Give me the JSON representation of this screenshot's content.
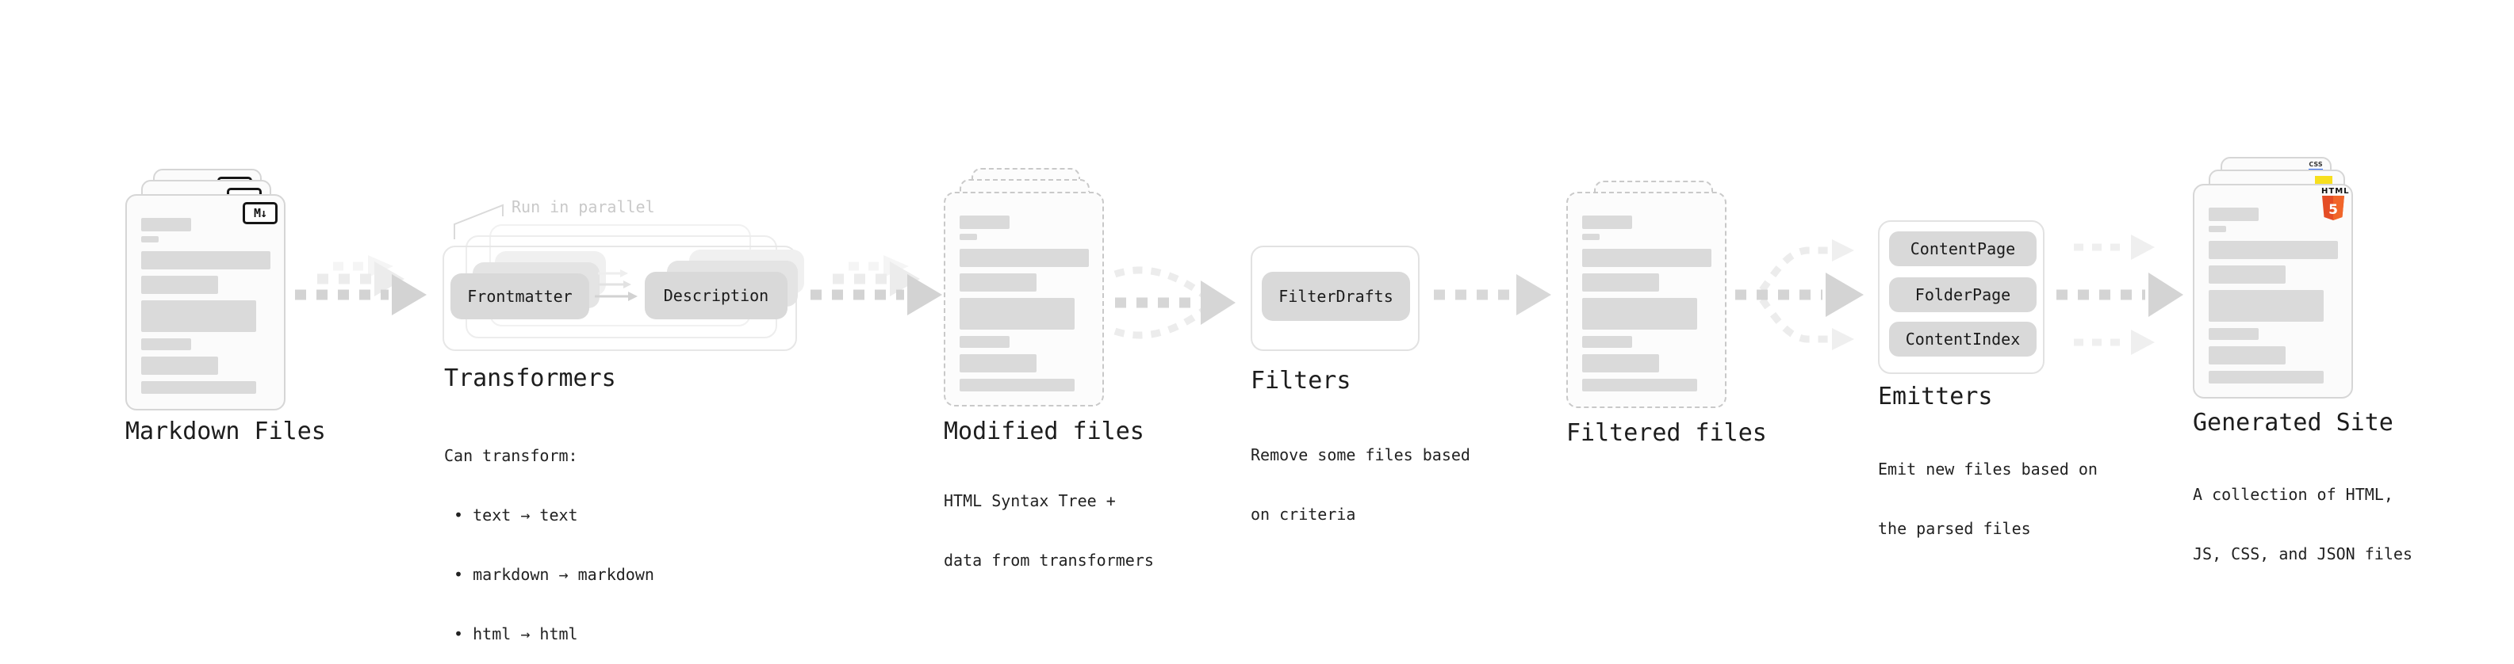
{
  "colors": {
    "text": "#1f1f1f",
    "muted_note": "#c9c9c9",
    "doc_fill": "#fbfbfb",
    "doc_border": "#d6d6d6",
    "dashed_border": "#c9c9c9",
    "bar_gray": "#dadada",
    "box_gray": "#d9d9d9",
    "arrow_gray": "#d3d3d3",
    "arrow_echo": "#ececec",
    "js_yellow": "#f7df1e",
    "css_blue": "#2965f1",
    "html5_orange": "#e44d26",
    "html5_orange_light": "#f16529"
  },
  "decor": {
    "doc_bars": [
      {
        "w": 63,
        "h": 17,
        "mt": 0
      },
      {
        "w": 22,
        "h": 8,
        "mt": 6
      },
      {
        "w": 163,
        "h": 23,
        "mt": 11
      },
      {
        "w": 97,
        "h": 23,
        "mt": 8
      },
      {
        "w": 145,
        "h": 40,
        "mt": 8
      },
      {
        "w": 63,
        "h": 15,
        "mt": 8
      },
      {
        "w": 97,
        "h": 23,
        "mt": 8
      },
      {
        "w": 145,
        "h": 16,
        "mt": 8
      }
    ]
  },
  "stages": {
    "markdown": {
      "title": "Markdown Files",
      "badge": "M↓"
    },
    "transformers": {
      "title": "Transformers",
      "note": "Run in parallel",
      "frontmatter": "Frontmatter",
      "description": "Description",
      "desc": [
        "Can transform:",
        " • text → text",
        " • markdown → markdown",
        " • html → html"
      ]
    },
    "modified": {
      "title": "Modified files",
      "desc": [
        "HTML Syntax Tree +",
        "data from transformers"
      ]
    },
    "filters": {
      "title": "Filters",
      "box": "FilterDrafts",
      "desc": [
        "Remove some files based",
        "on criteria"
      ]
    },
    "filtered": {
      "title": "Filtered files"
    },
    "emitters": {
      "title": "Emitters",
      "boxes": [
        "ContentPage",
        "FolderPage",
        "ContentIndex"
      ],
      "desc": [
        "Emit new files based on",
        "the parsed files"
      ]
    },
    "site": {
      "title": "Generated Site",
      "badge_html": "HTML",
      "badge_html_num": "5",
      "badge_css": "CSS",
      "desc": [
        "A collection of HTML,",
        "JS, CSS, and JSON files"
      ]
    }
  }
}
